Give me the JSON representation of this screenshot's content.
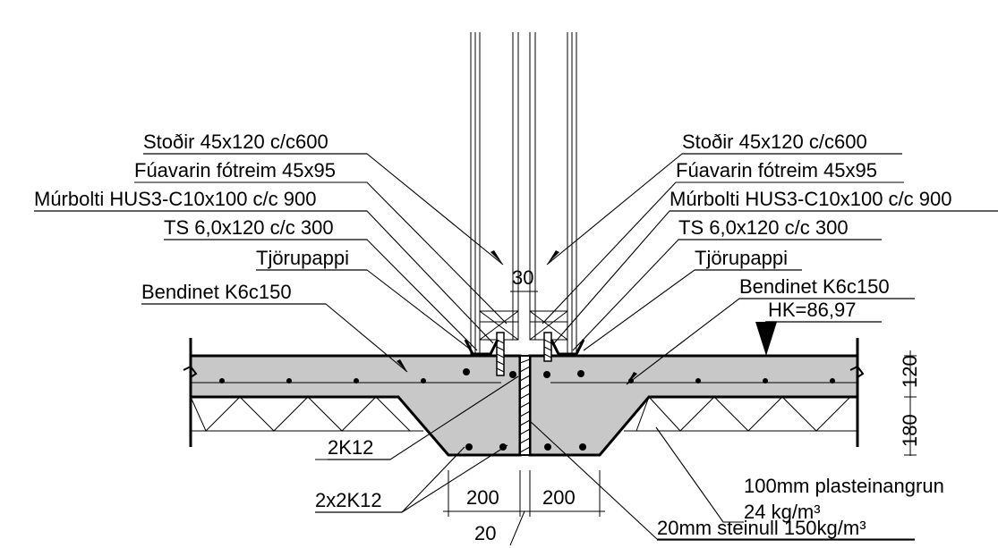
{
  "labels_left": {
    "studs": "Stoðir 45x120 c/c600",
    "sill_plate": "Fúavarin fótreim 45x95",
    "anchor_bolt": "Múrbolti HUS3-C10x100 c/c 900",
    "ts_bracket": "TS 6,0x120 c/c 300",
    "tar_paper": "Tjörupappi",
    "mesh": "Bendinet K6c150",
    "rebar_top": "2K12",
    "rebar_bottom": "2x2K12"
  },
  "labels_right": {
    "studs": "Stoðir 45x120 c/c600",
    "sill_plate": "Fúavarin fótreim 45x95",
    "anchor_bolt": "Múrbolti HUS3-C10x100 c/c 900",
    "ts_bracket": "TS 6,0x120 c/c 300",
    "tar_paper": "Tjörupappi",
    "mesh": "Bendinet K6c150",
    "level": "HK=86,97",
    "insulation_line1": "100mm plasteinangrun",
    "insulation_line2": "24 kg/m³",
    "mineral_wool": "20mm steinull 150kg/m³"
  },
  "dimensions": {
    "gap_top": "30",
    "slab_thickness": "120",
    "beam_depth": "180",
    "beam_width_left": "200",
    "beam_width_right": "200",
    "joint_width": "20"
  },
  "colors": {
    "concrete": "#c8c8c8",
    "line": "#000000",
    "background": "#ffffff"
  }
}
